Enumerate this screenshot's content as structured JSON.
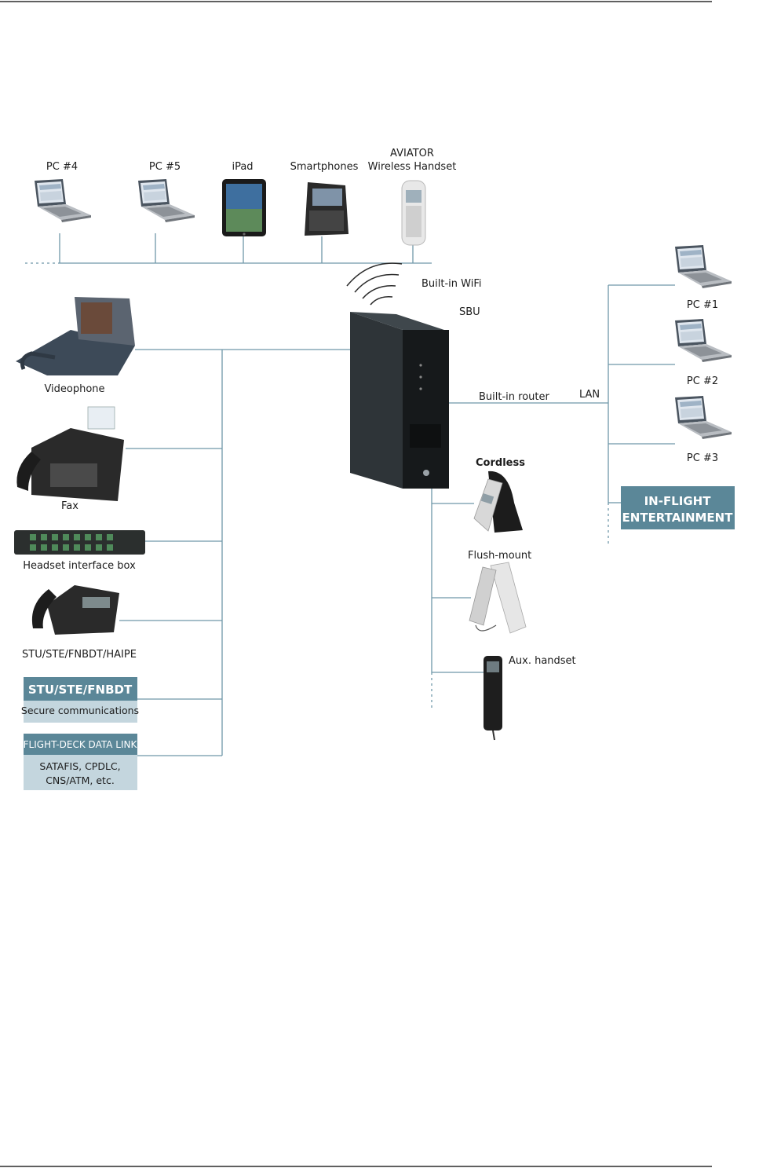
{
  "labels": {
    "pc4": "PC #4",
    "pc5": "PC #5",
    "ipad": "iPad",
    "smartphones": "Smartphones",
    "aviator_line1": "AVIATOR",
    "aviator_line2": "Wireless Handset",
    "wifi": "Built-in WiFi",
    "sbu": "SBU",
    "router": "Built-in router",
    "lan": "LAN",
    "pc1": "PC #1",
    "pc2": "PC #2",
    "pc3": "PC #3",
    "videophone": "Videophone",
    "fax": "Fax",
    "headset_box": "Headset interface box",
    "stu_phone": "STU/STE/FNBDT/HAIPE",
    "cordless": "Cordless",
    "flush_mount": "Flush-mount",
    "aux_handset": "Aux. handset"
  },
  "boxes": {
    "ife_line1": "IN-FLIGHT",
    "ife_line2": "ENTERTAINMENT",
    "secure_title": "STU/STE/FNBDT",
    "secure_sub": "Secure communications",
    "fd_title": "FLIGHT-DECK DATA LINK",
    "fd_sub_line1": "SATAFIS, CPDLC,",
    "fd_sub_line2": "CNS/ATM, etc."
  },
  "colors": {
    "connector": "#6f97a9",
    "box_dark": "#5b8798",
    "box_light": "#c4d6de"
  }
}
